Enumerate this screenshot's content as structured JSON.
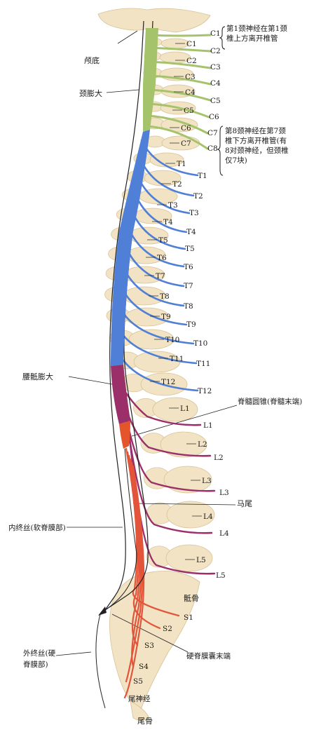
{
  "colors": {
    "bone": "#f1e3c3",
    "bone_edge": "#d8c296",
    "cervical": "#a5c36a",
    "thoracic": "#4f7fd6",
    "lumbar_enlargement": "#9a2f6a",
    "conus": "#e5552c",
    "sacral": "#e2553a",
    "lumbar_root": "#9a2f6a",
    "label": "#1a1a1a"
  },
  "labels": {
    "occiput": "颅底",
    "cervical_enlargement": "颈膨大",
    "lumbosacral_enlargement": "腰骶膨大",
    "conus_medullaris": "脊髓圆锥(脊髓末端)",
    "cauda_equina": "马尾",
    "filum_internum": "内终丝(软脊膜部)",
    "filum_externum_line1": "外终丝(硬",
    "filum_externum_line2": "脊膜部)",
    "sacrum": "骶骨",
    "dural_sac_end": "硬脊膜囊末端",
    "coccyx": "尾骨",
    "coccygeal_nerve": "尾神经"
  },
  "notes": {
    "c1_line1": "第1颈神经在第1颈",
    "c1_line2": "椎上方离开椎管",
    "c8_line1": "第8颈神经在第7颈",
    "c8_line2": "椎下方离开椎管(有",
    "c8_line3": "8对颈神经，但颈椎",
    "c8_line4": "仅7块)"
  },
  "vertebra_labels": [
    "C1",
    "C2",
    "C3",
    "C4",
    "C5",
    "C6",
    "C7",
    "T1",
    "T2",
    "T3",
    "T4",
    "T5",
    "T6",
    "T7",
    "T8",
    "T9",
    "T10",
    "T11",
    "T12",
    "L1",
    "L2",
    "L3",
    "L4",
    "L5"
  ],
  "nerve_labels": [
    "C1",
    "C2",
    "C3",
    "C4",
    "C5",
    "C6",
    "C7",
    "C8",
    "T1",
    "T2",
    "T3",
    "T4",
    "T5",
    "T6",
    "T7",
    "T8",
    "T9",
    "T10",
    "T11",
    "T12",
    "L1",
    "L2",
    "L3",
    "L4",
    "L5",
    "S1",
    "S2",
    "S3",
    "S4",
    "S5"
  ]
}
